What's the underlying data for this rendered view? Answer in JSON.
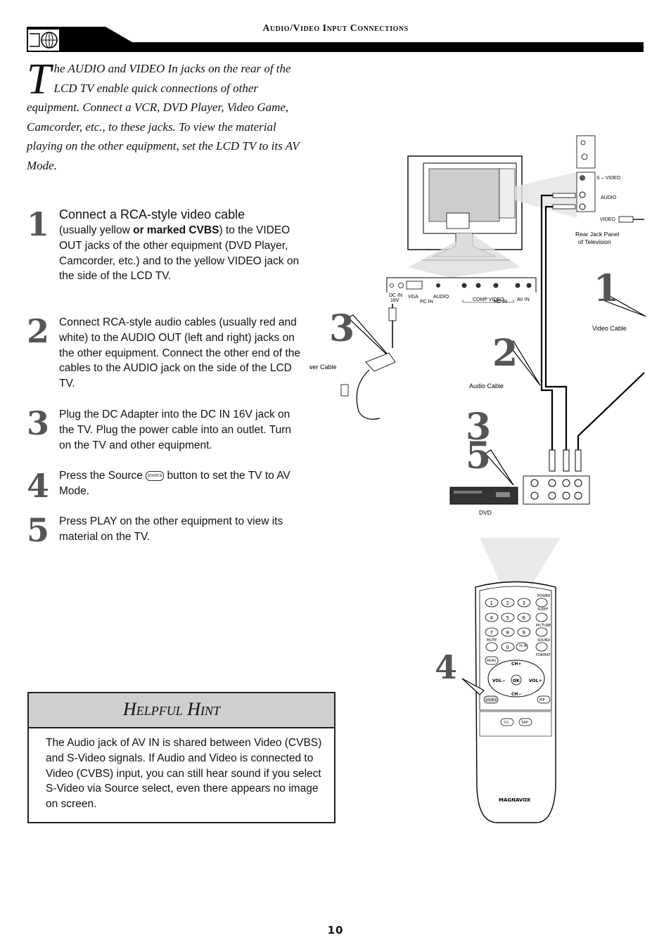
{
  "header": {
    "title": "Audio/Video Input Connections"
  },
  "intro": {
    "dropcap": "T",
    "text": "he AUDIO and VIDEO In jacks on the rear of the LCD TV enable quick connections of other equipment. Connect a VCR, DVD Player, Video Game, Camcorder, etc., to these jacks. To view the material playing on the other equipment, set the LCD TV to its AV Mode."
  },
  "steps": [
    {
      "number": "1",
      "title": "Connect a RCA-style video cable",
      "text_before": "(usually yellow ",
      "text_bold": "or marked CVBS",
      "text_after": ") to the VIDEO OUT jacks of the other equipment (DVD Player, Camcorder, etc.) and to the yellow VIDEO jack on the side of the LCD TV."
    },
    {
      "number": "2",
      "text": "Connect RCA-style audio cables (usually red and white) to the AUDIO OUT (left and right) jacks on the other equipment. Connect the other end of the cables to the AUDIO jack on the side of the LCD TV."
    },
    {
      "number": "3",
      "text": "Plug the DC Adapter into the DC IN 16V jack on the TV. Plug the power cable into an outlet. Turn on the TV and other equipment."
    },
    {
      "number": "4",
      "text_before": "Press the Source ",
      "source_icon_label": "SOURCE",
      "text_after": " button to set the TV to AV Mode."
    },
    {
      "number": "5",
      "text": "Press PLAY on the other equipment to view its material on the TV."
    }
  ],
  "hint": {
    "title": "Helpful Hint",
    "text": "The Audio jack of AV IN is shared between Video (CVBS) and S-Video signals. If Audio and Video is connected to Video (CVBS) input, you can still hear sound if you select S-Video via Source select, even there appears no image on screen."
  },
  "diagram": {
    "labels": {
      "svideo": "S – VIDEO",
      "audio": "AUDIO",
      "video": "VIDEO",
      "rear_panel_1": "Rear Jack Panel",
      "rear_panel_2": "of  Television",
      "video_cable": "Video Cable",
      "power_cable": "Power Cable",
      "audio_cable": "Audio Cable",
      "dvd": "DVD",
      "dc_in": "DC IN",
      "dc_16v": "16V",
      "vga": "VGA",
      "pc_in": "PC  IN",
      "panel_audio": "AUDIO",
      "comp_video": "COMP VIDEO",
      "hd_in": "HD IN",
      "av_in": "AV IN"
    },
    "callouts": [
      "1",
      "2",
      "3",
      "3",
      "5",
      "4"
    ],
    "remote": {
      "brand": "MAGNAVOX",
      "power": "POWER",
      "sleep": "SLEEP",
      "picture": "PICTURE",
      "mute": "MUTE",
      "sound": "SOUND",
      "format": "FORMAT",
      "menu": "MENU",
      "ch_up": "CH+",
      "ch_down": "CH−",
      "vol_down": "VOL−",
      "vol_up": "VOL+",
      "ok": "OK",
      "source": "SOURCE",
      "pip": "PIP",
      "cc": "CC",
      "sap": "SAP",
      "avin": "AV IN",
      "keys": [
        "1",
        "2",
        "3",
        "4",
        "5",
        "6",
        "7",
        "8",
        "9",
        "0"
      ]
    }
  },
  "page_number": "10"
}
